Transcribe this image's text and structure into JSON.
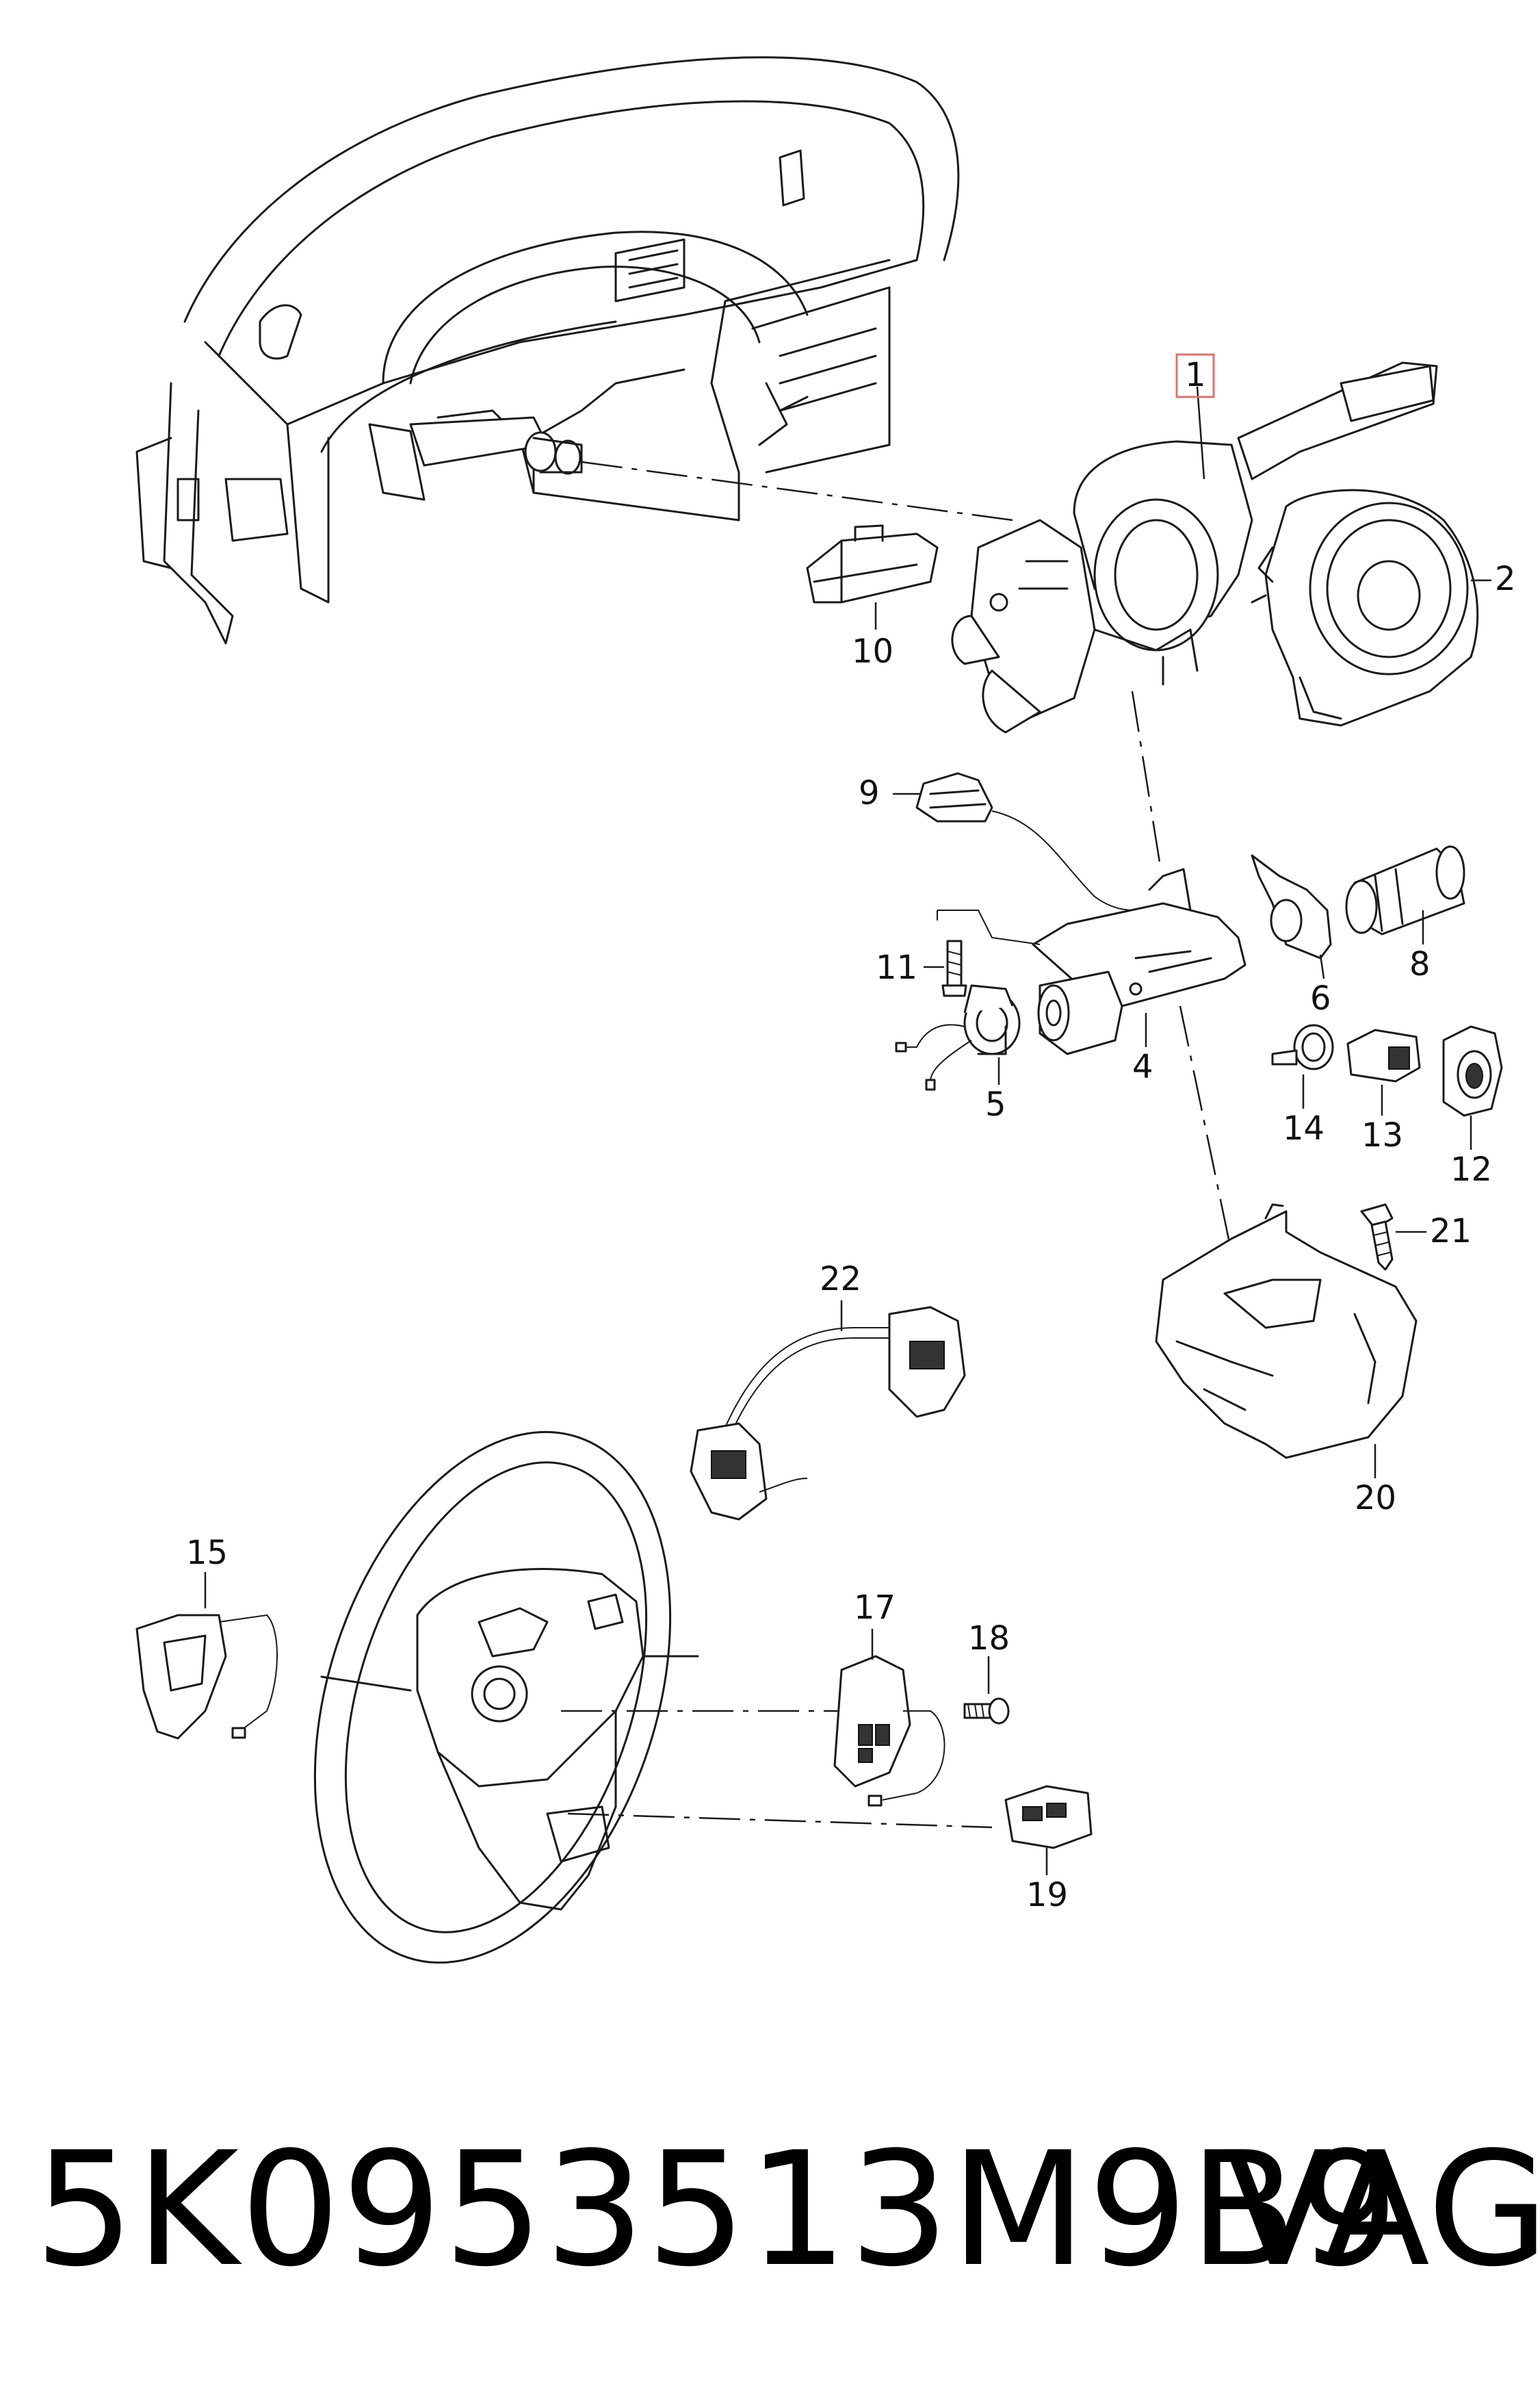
{
  "callouts": {
    "c1": "1",
    "c2": "2",
    "c4": "4",
    "c5": "5",
    "c6": "6",
    "c8": "8",
    "c9": "9",
    "c10": "10",
    "c11": "11",
    "c12": "12",
    "c13": "13",
    "c14": "14",
    "c15": "15",
    "c17": "17",
    "c18": "18",
    "c19": "19",
    "c20": "20",
    "c21": "21",
    "c22": "22"
  },
  "footer": {
    "part_number": "5K0953513M9B9",
    "brand": "VAG"
  },
  "colors": {
    "highlight_box": "#e07070",
    "line": "#1a1a1a"
  }
}
